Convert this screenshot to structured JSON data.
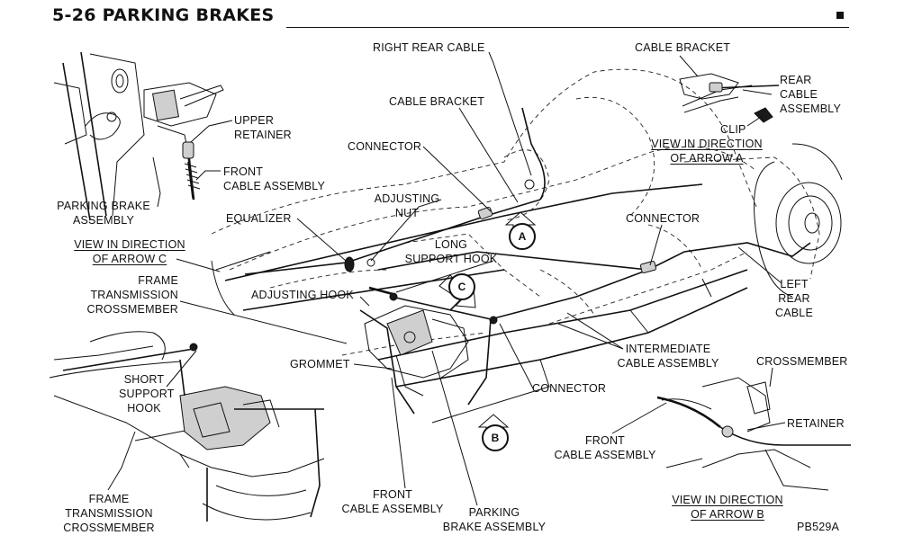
{
  "header": {
    "title": "5-26 PARKING BRAKES"
  },
  "labels": {
    "right_rear_cable": "RIGHT REAR CABLE",
    "cable_bracket_top": "CABLE BRACKET",
    "rear_cable_assembly": [
      "REAR",
      "CABLE",
      "ASSEMBLY"
    ],
    "cable_bracket_center": "CABLE BRACKET",
    "clip": "CLIP",
    "view_arrow_a": [
      "VIEW IN DIRECTION",
      "OF ARROW A"
    ],
    "upper_retainer": [
      "UPPER",
      "RETAINER"
    ],
    "connector_top": "CONNECTOR",
    "front_cable_assembly_top": [
      "FRONT",
      "CABLE ASSEMBLY"
    ],
    "adjusting_nut": [
      "ADJUSTING",
      "NUT"
    ],
    "parking_brake_assembly_left": [
      "PARKING BRAKE",
      "ASSEMBLY"
    ],
    "equalizer": "EQUALIZER",
    "connector_right": "CONNECTOR",
    "long_support_hook": [
      "LONG",
      "SUPPORT HOOK"
    ],
    "view_arrow_c": [
      "VIEW IN DIRECTION",
      "OF ARROW C"
    ],
    "frame_transmission_crossmember_upper": [
      "FRAME",
      "TRANSMISSION",
      "CROSSMEMBER"
    ],
    "adjusting_hook": "ADJUSTING HOOK",
    "left_rear_cable": [
      "LEFT",
      "REAR",
      "CABLE"
    ],
    "intermediate_cable_assembly": [
      "INTERMEDIATE",
      "CABLE ASSEMBLY"
    ],
    "crossmember": "CROSSMEMBER",
    "grommet": "GROMMET",
    "short_support_hook": [
      "SHORT",
      "SUPPORT",
      "HOOK"
    ],
    "connector_bottom": "CONNECTOR",
    "retainer": "RETAINER",
    "front_cable_assembly_right": [
      "FRONT",
      "CABLE ASSEMBLY"
    ],
    "frame_transmission_crossmember_lower": [
      "FRAME",
      "TRANSMISSION",
      "CROSSMEMBER"
    ],
    "front_cable_assembly_bottom": [
      "FRONT",
      "CABLE ASSEMBLY"
    ],
    "parking_brake_assembly_bottom": [
      "PARKING",
      "BRAKE ASSEMBLY"
    ],
    "view_arrow_b": [
      "VIEW IN DIRECTION",
      "OF ARROW B"
    ]
  },
  "arrow_badges": {
    "a": "A",
    "b": "B",
    "c": "C"
  },
  "figure_code": "PB529A"
}
